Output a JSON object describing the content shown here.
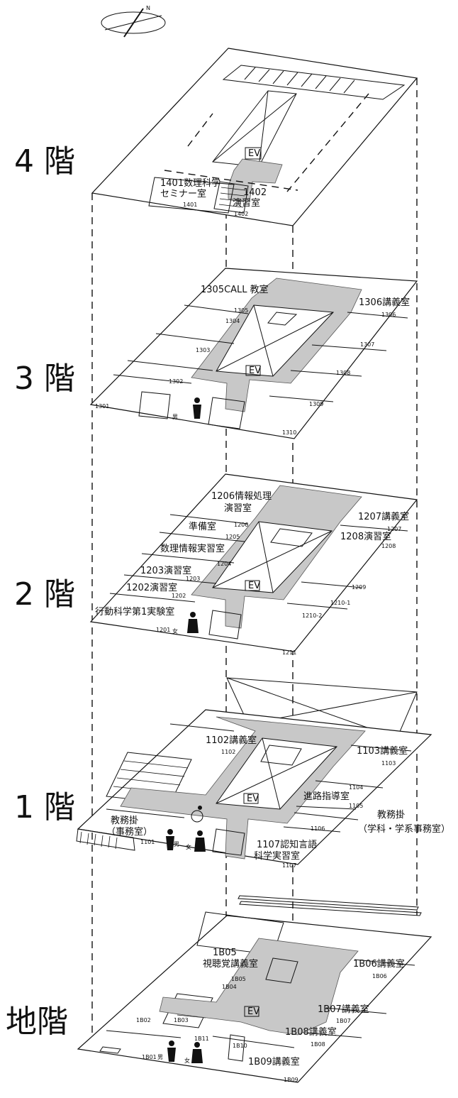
{
  "compass": {
    "north_mark": "N"
  },
  "floors": {
    "f4": {
      "label": "4 階",
      "rooms": [
        {
          "id": "r1401",
          "text": "1401数理科学"
        },
        {
          "id": "r1401b",
          "text": "セミナー室"
        },
        {
          "id": "r1402",
          "text": "1402"
        },
        {
          "id": "r1402b",
          "text": "演習室"
        }
      ],
      "numbers": [
        "1401",
        "1402"
      ],
      "ev": "EV"
    },
    "f3": {
      "label": "3 階",
      "rooms": [
        {
          "id": "r1305",
          "text": "1305CALL 教室"
        },
        {
          "id": "r1306",
          "text": "1306講義室"
        }
      ],
      "numbers": [
        "1305",
        "1304",
        "1306",
        "1303",
        "1307",
        "1308",
        "1302",
        "1309",
        "1301",
        "1310"
      ],
      "ev": "EV",
      "restroom": "男"
    },
    "f2": {
      "label": "2 階",
      "rooms": [
        {
          "id": "r1206",
          "text": "1206情報処理"
        },
        {
          "id": "r1206b",
          "text": "演習室"
        },
        {
          "id": "r1207",
          "text": "1207講義室"
        },
        {
          "id": "rprep",
          "text": "準備室"
        },
        {
          "id": "r1208",
          "text": "1208演習室"
        },
        {
          "id": "rsuri",
          "text": "数理情報実習室"
        },
        {
          "id": "r1203",
          "text": "1203演習室"
        },
        {
          "id": "r1202",
          "text": "1202演習室"
        },
        {
          "id": "rkodo",
          "text": "行動科学第1実験室"
        }
      ],
      "numbers": [
        "1206",
        "1205",
        "1207",
        "1208",
        "1204",
        "1203",
        "1202",
        "1209",
        "1210-1",
        "1210-2",
        "1201",
        "1211"
      ],
      "ev": "EV",
      "restroom": "女"
    },
    "f1": {
      "label": "1 階",
      "rooms": [
        {
          "id": "r1102",
          "text": "1102講義室"
        },
        {
          "id": "r1103",
          "text": "1103講義室"
        },
        {
          "id": "rshinro",
          "text": "進路指導室"
        },
        {
          "id": "rkyomu",
          "text": "教務掛"
        },
        {
          "id": "rkyomub",
          "text": "（事務室）"
        },
        {
          "id": "r1107",
          "text": "1107認知言語"
        },
        {
          "id": "r1107b",
          "text": "科学実習室"
        }
      ],
      "numbers": [
        "1102",
        "1103",
        "1104",
        "1105",
        "1106",
        "1101",
        "1107"
      ],
      "ev": "EV",
      "restroom_m": "男",
      "restroom_f": "女",
      "callout_title": "教務掛",
      "callout_sub": "（学科・学系事務室）"
    },
    "fb": {
      "label": "地階",
      "rooms": [
        {
          "id": "rb05",
          "text": "1B05"
        },
        {
          "id": "rb05b",
          "text": "視聴覚講義室"
        },
        {
          "id": "rb06",
          "text": "1B06講義室"
        },
        {
          "id": "rb07",
          "text": "1B07講義室"
        },
        {
          "id": "rb08",
          "text": "1B08講義室"
        },
        {
          "id": "rb09",
          "text": "1B09講義室"
        }
      ],
      "numbers": [
        "1B05",
        "1B04",
        "1B06",
        "1B02",
        "1B03",
        "1B07",
        "1B11",
        "1B10",
        "1B08",
        "1B01",
        "1B09"
      ],
      "ev": "EV",
      "restroom_m": "男",
      "restroom_f": "女"
    }
  }
}
